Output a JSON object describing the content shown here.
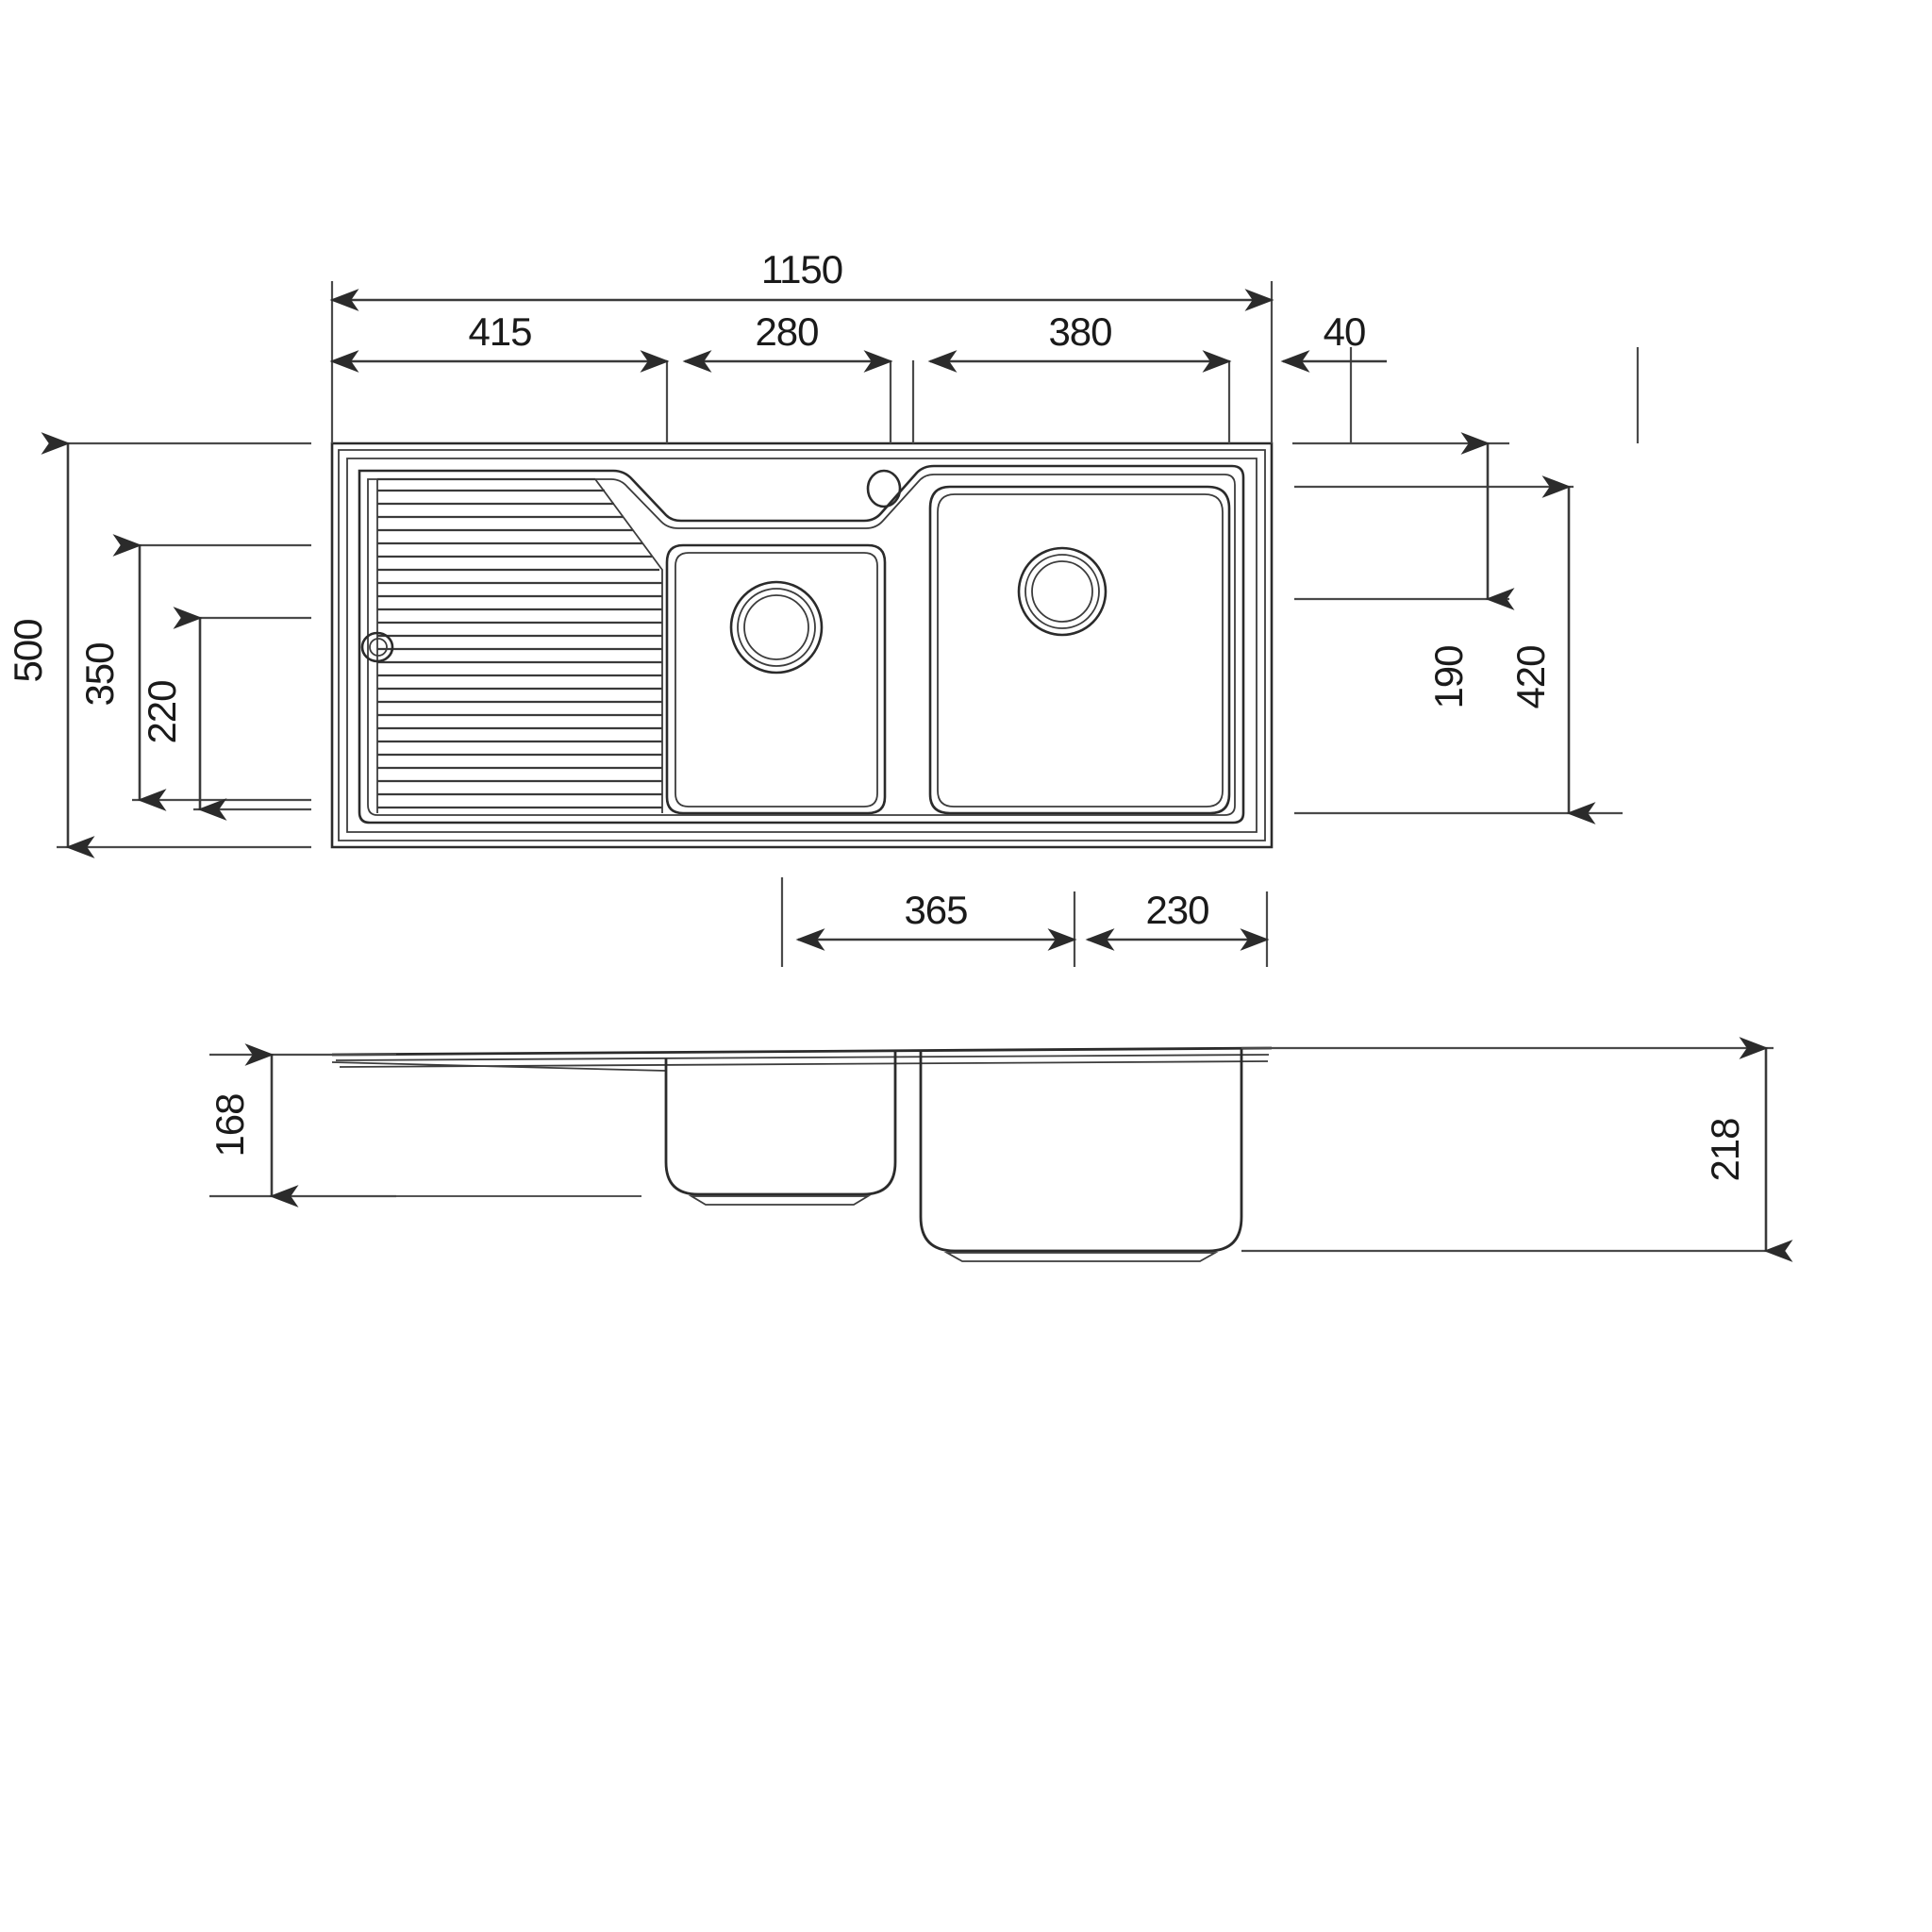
{
  "drawing": {
    "type": "technical-dimension-drawing",
    "subject": "kitchen-sink-double-bowl-with-left-drainboard",
    "units": "mm",
    "views": [
      {
        "id": "plan",
        "name": "Plan view (top)"
      },
      {
        "id": "section",
        "name": "Section view (front elevation)"
      }
    ]
  },
  "dimensions": {
    "top_overall": {
      "label": "1150",
      "name": "overall-width"
    },
    "top_chain": [
      {
        "label": "415",
        "name": "drainboard-width"
      },
      {
        "label": "280",
        "name": "small-bowl-width"
      },
      {
        "label": "380",
        "name": "large-bowl-width"
      },
      {
        "label": "40",
        "name": "right-edge-margin"
      }
    ],
    "left_chain": [
      {
        "label": "500",
        "name": "overall-depth"
      },
      {
        "label": "350",
        "name": "drainboard-depth"
      },
      {
        "label": "220",
        "name": "drainboard-rib-depth"
      }
    ],
    "right_chain": [
      {
        "label": "190",
        "name": "rim-to-bowl-offset"
      },
      {
        "label": "420",
        "name": "bowl-depth-plan"
      }
    ],
    "bottom_chain": [
      {
        "label": "365",
        "name": "large-bowl-cutout-width"
      },
      {
        "label": "230",
        "name": "right-bowl-offset"
      }
    ],
    "section_chain": [
      {
        "label": "168",
        "name": "small-bowl-depth-section"
      },
      {
        "label": "218",
        "name": "large-bowl-depth-section"
      }
    ]
  },
  "features": {
    "tap_hole": {
      "name": "tap-hole"
    },
    "small_bowl_waste": {
      "name": "small-bowl-waste-outlet"
    },
    "large_bowl_waste": {
      "name": "large-bowl-waste-outlet"
    },
    "drainboard_outlet": {
      "name": "drainboard-outlet"
    },
    "drainboard_ribs_count": 26
  },
  "colors": {
    "line": "#2b2b2b",
    "dimension_line": "#3a3a3a",
    "text": "#1a1a1a",
    "background": "#ffffff"
  }
}
